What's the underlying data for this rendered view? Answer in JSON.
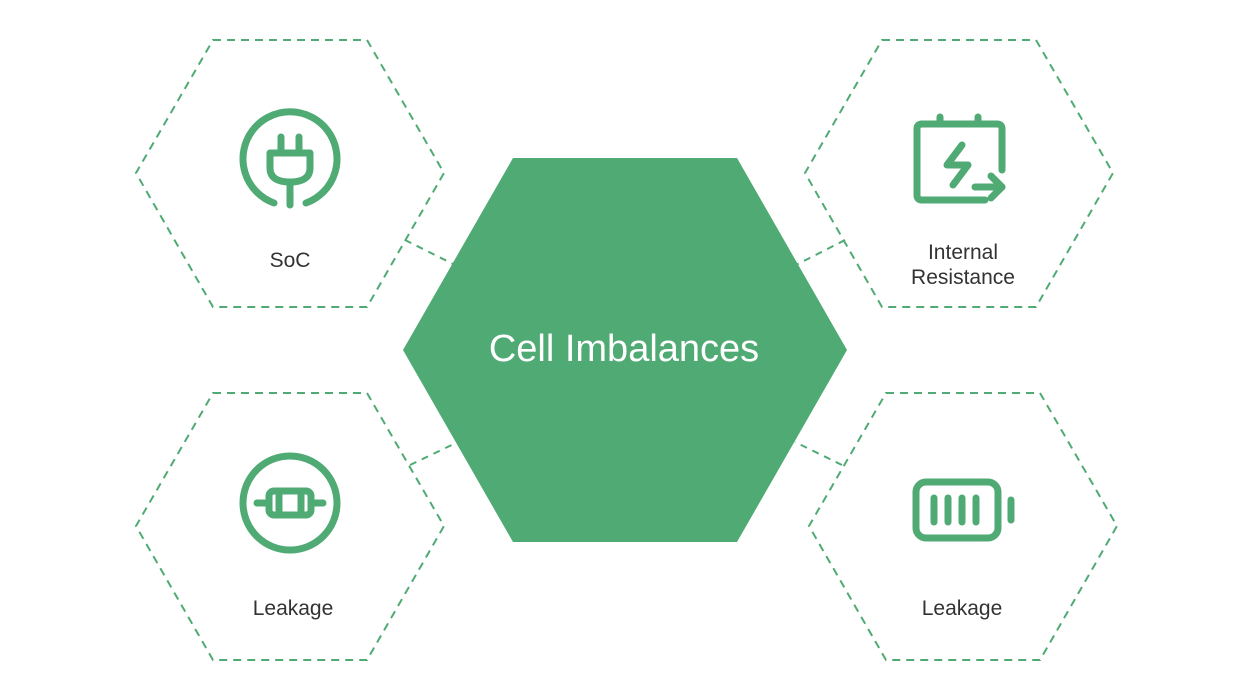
{
  "colors": {
    "accent": "#4faa74",
    "label_text": "#333333",
    "center_text": "#ffffff",
    "background": "#ffffff"
  },
  "center": {
    "title": "Cell Imbalances"
  },
  "nodes": [
    {
      "id": "top-left",
      "label": "SoC",
      "icon": "plug-icon"
    },
    {
      "id": "top-right",
      "label": "Internal\nResistance",
      "icon": "battery-charging-icon"
    },
    {
      "id": "bottom-left",
      "label": "Leakage",
      "icon": "resistor-icon"
    },
    {
      "id": "bottom-right",
      "label": "Leakage",
      "icon": "battery-level-icon"
    }
  ]
}
